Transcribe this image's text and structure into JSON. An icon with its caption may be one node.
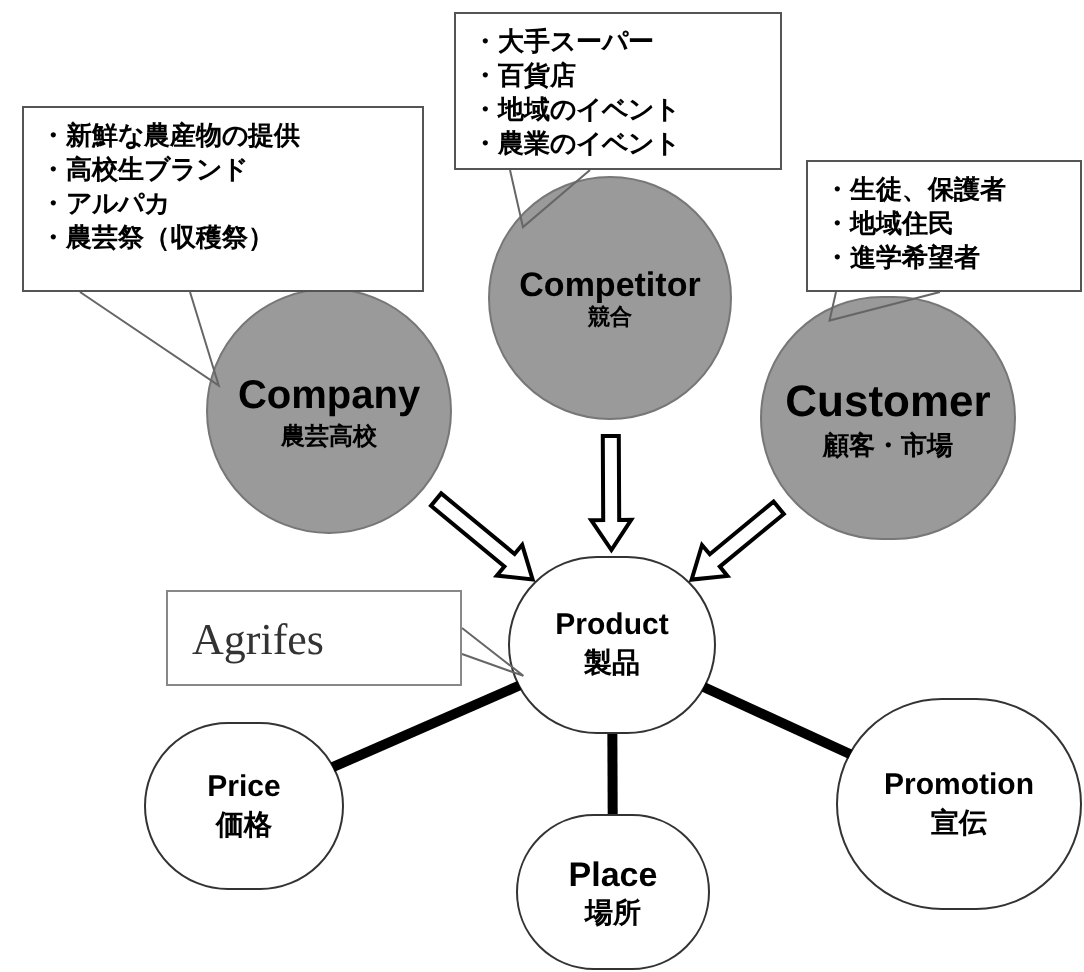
{
  "diagram": {
    "nodes": [
      {
        "text": [
          "・新鮮な農産物の提供",
          "・高校生ブランド",
          "・アルパカ",
          "・農芸祭（収穫祭）"
        ]
      },
      {
        "text": [
          "Company",
          "農芸高校"
        ]
      },
      {
        "text": [
          "・大手スーパー",
          "・百貨店",
          "・地域のイベント",
          "・農業のイベント"
        ]
      },
      {
        "text": [
          "Competitor",
          "競合"
        ]
      },
      {
        "text": [
          "・生徒、保護者",
          "・地域住民",
          "・進学希望者"
        ]
      },
      {
        "text": [
          "Customer",
          "顧客・市場"
        ]
      },
      {
        "text": [
          "Product",
          "製品"
        ]
      },
      {
        "text": [
          "Agrifes"
        ]
      },
      {
        "text": [
          "Price",
          "価格"
        ]
      },
      {
        "text": [
          "Place",
          "場所"
        ]
      },
      {
        "text": [
          "Promotion",
          "宣伝"
        ]
      }
    ],
    "edges": [
      {
        "from": 0,
        "to": 1,
        "arrow": "none"
      },
      {
        "from": 2,
        "to": 3,
        "arrow": "none"
      },
      {
        "from": 4,
        "to": 5,
        "arrow": "none"
      },
      {
        "from": 1,
        "to": 6,
        "arrow": "to"
      },
      {
        "from": 3,
        "to": 6,
        "arrow": "to"
      },
      {
        "from": 5,
        "to": 6,
        "arrow": "to"
      },
      {
        "from": 7,
        "to": 6,
        "arrow": "none"
      },
      {
        "from": 6,
        "to": 8,
        "arrow": "none",
        "style": "thick",
        "color": "#000000"
      },
      {
        "from": 6,
        "to": 9,
        "arrow": "none",
        "style": "thick",
        "color": "#000000"
      },
      {
        "from": 6,
        "to": 10,
        "arrow": "none",
        "style": "thick",
        "color": "#000000"
      }
    ]
  }
}
